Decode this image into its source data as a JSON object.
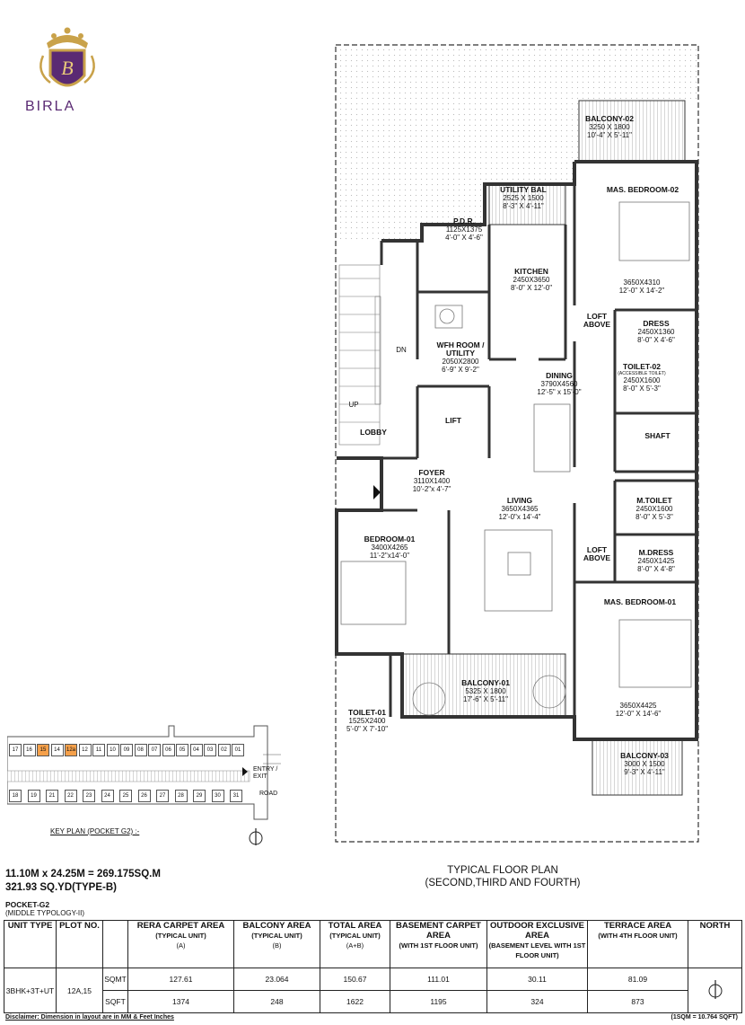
{
  "brand": {
    "name": "BIRLA",
    "monogram": "B"
  },
  "rooms": {
    "balcony02": {
      "name": "BALCONY-02",
      "mm": "3250 X 1800",
      "ft": "10'-4\" X 5'-11\""
    },
    "mas_bedroom02": {
      "name": "MAS. BEDROOM-02",
      "mm": "3650X4310",
      "ft": "12'-0\" X 14'-2\""
    },
    "utility_bal": {
      "name": "UTILITY BAL",
      "mm": "2525 X 1500",
      "ft": "8'-3\" X 4'-11\""
    },
    "pdr": {
      "name": "P.D.R.",
      "mm": "1125X1375",
      "ft": "4'-0\" X 4'-6\""
    },
    "kitchen": {
      "name": "KITCHEN",
      "mm": "2450X3650",
      "ft": "8'-0\" X 12'-0\""
    },
    "loft_above1": {
      "name": "LOFT ABOVE"
    },
    "dress": {
      "name": "DRESS",
      "mm": "2450X1360",
      "ft": "8'-0\" X 4'-6\""
    },
    "toilet02": {
      "name": "TOILET-02",
      "note": "(ACCESSIBLE TOILET)",
      "mm": "2450X1600",
      "ft": "8'-0\" X 5'-3\""
    },
    "wfh": {
      "name": "WFH ROOM / UTILITY",
      "mm": "2050X2800",
      "ft": "6'-9\" X 9'-2\""
    },
    "dining": {
      "name": "DINING",
      "mm": "3790X4560",
      "ft": "12'-5\" x 15'-0\""
    },
    "lift": {
      "name": "LIFT"
    },
    "lobby": {
      "name": "LOBBY"
    },
    "shaft": {
      "name": "SHAFT"
    },
    "foyer": {
      "name": "FOYER",
      "mm": "3110X1400",
      "ft": "10'-2\"x 4'-7\""
    },
    "living": {
      "name": "LIVING",
      "mm": "3650X4365",
      "ft": "12'-0\"x 14'-4\""
    },
    "m_toilet": {
      "name": "M.TOILET",
      "mm": "2450X1600",
      "ft": "8'-0\" X 5'-3\""
    },
    "m_dress": {
      "name": "M.DRESS",
      "mm": "2450X1425",
      "ft": "8'-0\" X 4'-8\""
    },
    "bedroom01": {
      "name": "BEDROOM-01",
      "mm": "3400X4265",
      "ft": "11'-2\"x14'-0\""
    },
    "loft_above2": {
      "name": "LOFT ABOVE"
    },
    "mas_bedroom01": {
      "name": "MAS. BEDROOM-01",
      "mm": "3650X4425",
      "ft": "12'-0\" X 14'-6\""
    },
    "balcony01": {
      "name": "BALCONY-01",
      "mm": "5325 X 1800",
      "ft": "17'-6\" X 5'-11\""
    },
    "toilet01": {
      "name": "TOILET-01",
      "mm": "1525X2400",
      "ft": "5'-0\" X 7'-10\""
    },
    "balcony03": {
      "name": "BALCONY-03",
      "mm": "3000 X 1500",
      "ft": "9'-3\" X 4'-11\""
    },
    "dn": "DN",
    "up": "UP"
  },
  "keyplan": {
    "label": "KEY PLAN (POCKET G2) :-",
    "entry": "ENTRY / EXIT",
    "road": "ROAD",
    "top_row": [
      "17",
      "16",
      "15",
      "14",
      "12a",
      "12",
      "11",
      "10",
      "09",
      "08",
      "07",
      "06",
      "05",
      "04",
      "03",
      "02",
      "01"
    ],
    "bottom_row": [
      "18",
      "19",
      "21",
      "22",
      "23",
      "24",
      "25",
      "26",
      "27",
      "28",
      "29",
      "30",
      "31"
    ],
    "highlighted": [
      "15",
      "12a"
    ]
  },
  "spec": {
    "line1": "11.10M x 24.25M = 269.175SQ.M",
    "line2": "321.93 SQ.YD(TYPE-B)",
    "pocket": "POCKET-G2",
    "typology": "(MIDDLE TYPOLOGY-II)"
  },
  "plan_title": {
    "line1": "TYPICAL FLOOR PLAN",
    "line2": "(SECOND,THIRD AND FOURTH)"
  },
  "table": {
    "headers": {
      "unit_type": "UNIT TYPE",
      "plot_no": "PLOT NO.",
      "rera": {
        "main": "RERA CARPET AREA",
        "sub": "(TYPICAL UNIT)",
        "key": "(A)"
      },
      "balcony": {
        "main": "BALCONY AREA",
        "sub": "(TYPICAL UNIT)",
        "key": "(B)"
      },
      "total": {
        "main": "TOTAL AREA",
        "sub": "(TYPICAL UNIT)",
        "key": "(A+B)"
      },
      "basement": {
        "main": "BASEMENT CARPET AREA",
        "sub": "(WITH 1ST FLOOR UNIT)"
      },
      "outdoor": {
        "main": "OUTDOOR EXCLUSIVE AREA",
        "sub": "(BASEMENT LEVEL WITH 1ST FLOOR UNIT)"
      },
      "terrace": {
        "main": "TERRACE AREA",
        "sub": "(WITH 4TH FLOOR UNIT)"
      },
      "north": "NORTH"
    },
    "unit_type": "3BHK+3T+UT",
    "plot_no": "12A,15",
    "rows": [
      {
        "unit": "SQMT",
        "rera": "127.61",
        "balcony": "23.064",
        "total": "150.67",
        "basement": "111.01",
        "outdoor": "30.11",
        "terrace": "81.09"
      },
      {
        "unit": "SQFT",
        "rera": "1374",
        "balcony": "248",
        "total": "1622",
        "basement": "1195",
        "outdoor": "324",
        "terrace": "873"
      }
    ]
  },
  "disclaimer": "Disclaimer: Dimension in layout are in MM & Feet Inches",
  "conversion": "(1SQM = 10.764 SQFT)",
  "colors": {
    "brand": "#5a2a73",
    "gold": "#c9a24a",
    "highlight": "#f5a04a",
    "wall": "#333333"
  }
}
